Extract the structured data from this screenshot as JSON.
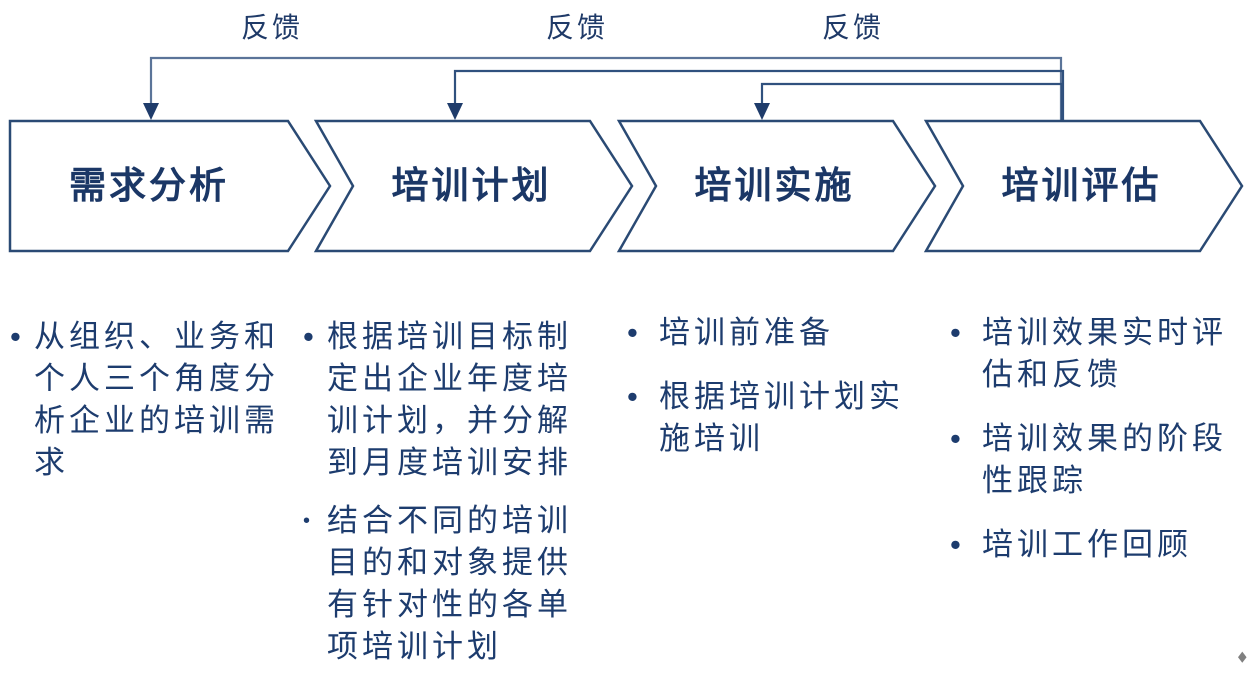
{
  "feedback": {
    "labels": [
      "反馈",
      "反馈",
      "反馈"
    ]
  },
  "stages": [
    {
      "title": "需求分析",
      "bullets": [
        "从组织、业务和个人三个角度分析企业的培训需求"
      ]
    },
    {
      "title": "培训计划",
      "bullets": [
        "根据培训目标制定出企业年度培训计划，并分解到月度培训安排",
        "结合不同的培训目的和对象提供有针对性的各单项培训计划"
      ]
    },
    {
      "title": "培训实施",
      "bullets": [
        "培训前准备",
        "根据培训计划实施培训"
      ]
    },
    {
      "title": "培训评估",
      "bullets": [
        "培训效果实时评估和反馈",
        "培训效果的阶段性跟踪",
        "培训工作回顾"
      ]
    }
  ],
  "icons": {
    "bullet": "•",
    "corner_mark": "◆"
  },
  "colors": {
    "navy_text": "#1b3766",
    "shape_border": "#2a4a74",
    "feedback_line": "#30517e",
    "feedback_line_top": "#5b7499"
  }
}
